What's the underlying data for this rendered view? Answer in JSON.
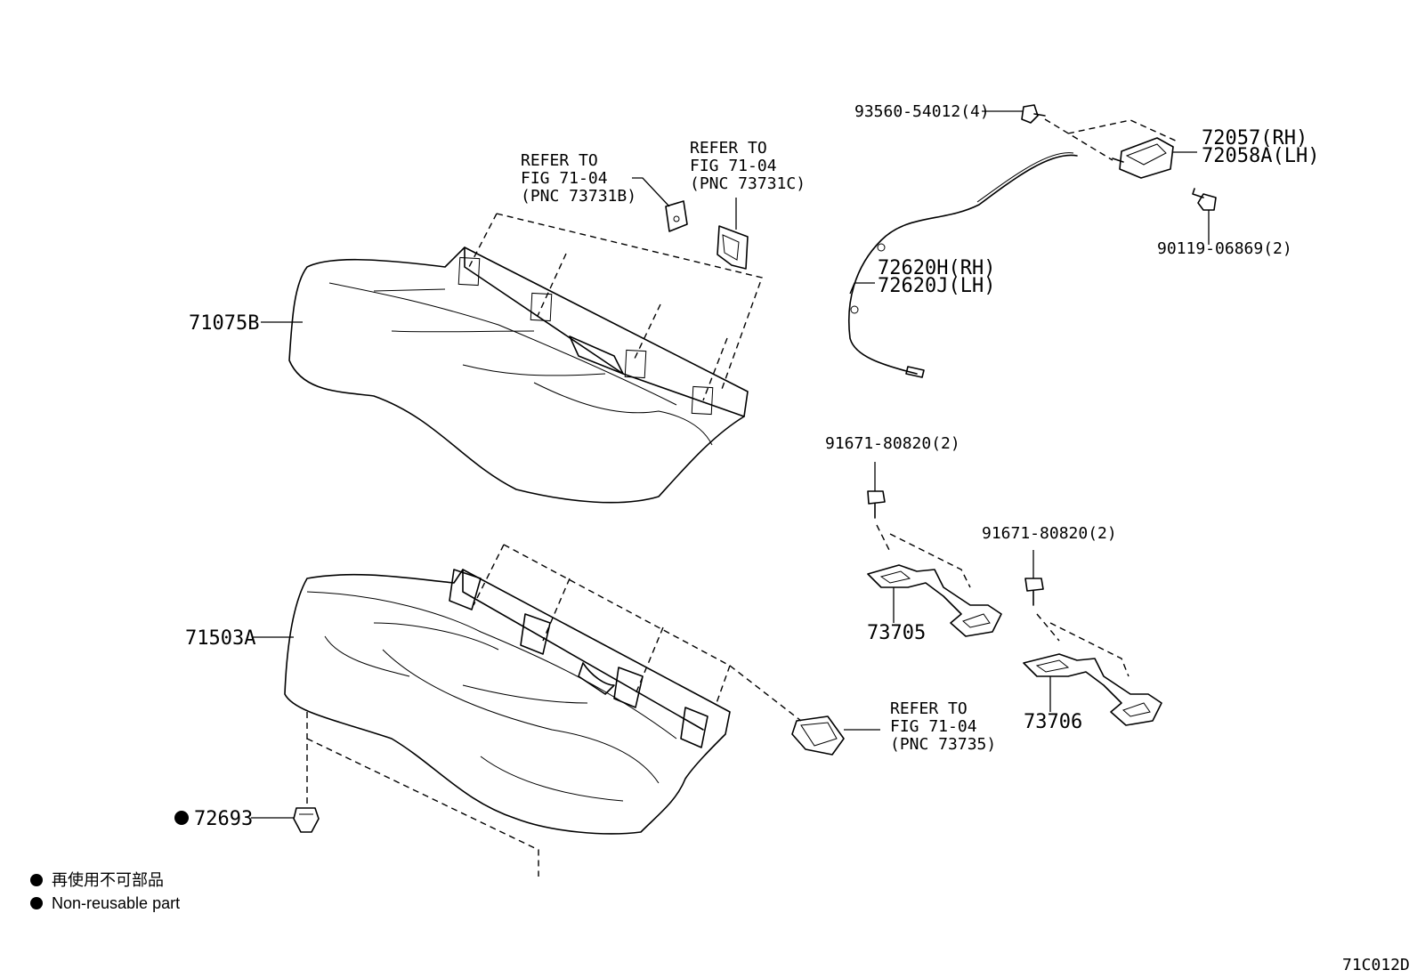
{
  "labels": {
    "cushion_cover": "71075B",
    "cushion_pad": "71503A",
    "clip": "72693",
    "cable_rh": "72620H(RH)",
    "cable_lh": "72620J(LH)",
    "lock_rh": "72057(RH)",
    "lock_lh": "72058A(LH)",
    "screw_top": "93560-54012(4)",
    "bolt_lock": "90119-06869(2)",
    "bolt_a": "91671-80820(2)",
    "bolt_b": "91671-80820(2)",
    "hinge_a": "73705",
    "hinge_b": "73706",
    "figure_code": "71C012D"
  },
  "references": {
    "ref_b": [
      "REFER TO",
      "FIG 71-04",
      "(PNC 73731B)"
    ],
    "ref_c": [
      "REFER TO",
      "FIG 71-04",
      "(PNC 73731C)"
    ],
    "ref_735": [
      "REFER TO",
      "FIG 71-04",
      "(PNC 73735)"
    ]
  },
  "legend": {
    "japanese": "再使用不可部品",
    "english": "Non-reusable part"
  }
}
